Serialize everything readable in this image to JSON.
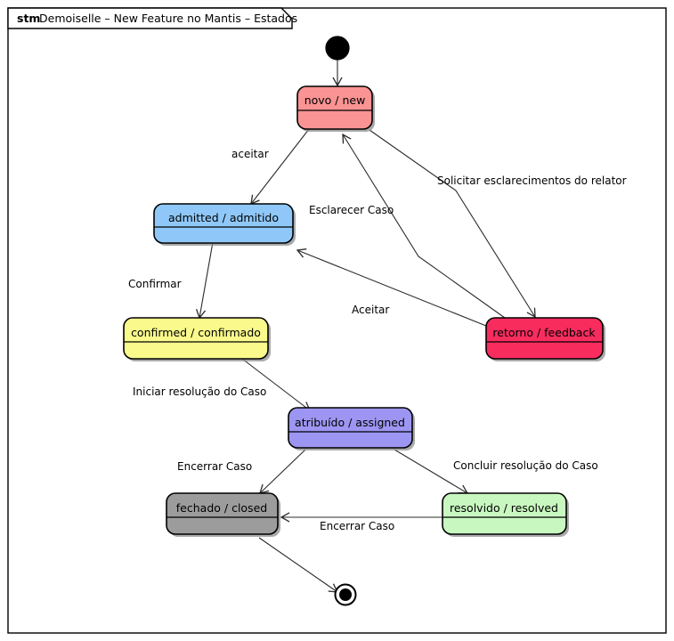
{
  "diagram": {
    "frame": {
      "stereotype": "stm",
      "title": "Demoiselle – New Feature no Mantis – Estados"
    },
    "colors": {
      "novo": "#FA9393",
      "admitted": "#8FC8F8",
      "confirmed": "#FAFA8C",
      "retorno": "#F92C5E",
      "atribuido": "#9C96F2",
      "fechado": "#9C9C9C",
      "resolvido": "#C8F7C0",
      "border": "#000000",
      "edge": "#2b2b2b",
      "background": "#FFFFFF"
    },
    "nodes": {
      "initial": {
        "name": "initial-state",
        "label": ""
      },
      "final": {
        "name": "final-state",
        "label": ""
      },
      "novo": {
        "label": "novo / new"
      },
      "admitted": {
        "label": "admitted / admitido"
      },
      "confirmed": {
        "label": "confirmed / confirmado"
      },
      "retorno": {
        "label": "retorno / feedback"
      },
      "atribuido": {
        "label": "atribuído / assigned"
      },
      "fechado": {
        "label": "fechado / closed"
      },
      "resolvido": {
        "label": "resolvido / resolved"
      }
    },
    "transitions": [
      {
        "id": "t-initial-novo",
        "from": "initial",
        "to": "novo",
        "label": ""
      },
      {
        "id": "t-novo-admitted",
        "from": "novo",
        "to": "admitted",
        "label": "aceitar"
      },
      {
        "id": "t-novo-retorno",
        "from": "novo",
        "to": "retorno",
        "label": "Solicitar  esclarecimentos do relator"
      },
      {
        "id": "t-retorno-novo",
        "from": "retorno",
        "to": "novo",
        "label": "Esclarecer Caso"
      },
      {
        "id": "t-retorno-admitted",
        "from": "retorno",
        "to": "admitted",
        "label": "Aceitar"
      },
      {
        "id": "t-admitted-confirmed",
        "from": "admitted",
        "to": "confirmed",
        "label": "Confirmar"
      },
      {
        "id": "t-confirmed-atribuido",
        "from": "confirmed",
        "to": "atribuido",
        "label": "Iniciar resolução do Caso"
      },
      {
        "id": "t-atribuido-fechado",
        "from": "atribuido",
        "to": "fechado",
        "label": "Encerrar Caso"
      },
      {
        "id": "t-atribuido-resolvido",
        "from": "atribuido",
        "to": "resolvido",
        "label": "Concluir resolução do Caso"
      },
      {
        "id": "t-resolvido-fechado",
        "from": "resolvido",
        "to": "fechado",
        "label": "Encerrar Caso"
      },
      {
        "id": "t-fechado-final",
        "from": "fechado",
        "to": "final",
        "label": ""
      }
    ]
  }
}
